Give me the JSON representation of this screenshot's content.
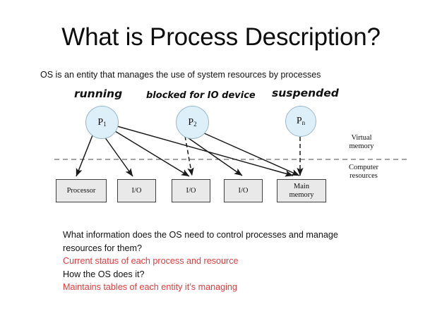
{
  "slide": {
    "title": "What is Process Description?",
    "subtitle": "OS is an entity that manages the use of system resources by processes"
  },
  "diagram": {
    "state_labels": [
      {
        "name": "running-label",
        "text": "running"
      },
      {
        "name": "blocked-label",
        "text": "blocked for IO device"
      },
      {
        "name": "suspended-label",
        "text": "suspended"
      }
    ],
    "processes": [
      {
        "id": "p1",
        "label": "P",
        "subscript": "1"
      },
      {
        "id": "p2",
        "label": "P",
        "subscript": "2"
      },
      {
        "id": "pn",
        "label": "P",
        "subscript": "n"
      }
    ],
    "region_labels": [
      {
        "name": "virtual-memory-label",
        "line1": "Virtual",
        "line2": "memory"
      },
      {
        "name": "computer-resources-label",
        "line1": "Computer",
        "line2": "resources"
      }
    ],
    "resources": [
      {
        "id": "processor",
        "line1": "Processor",
        "line2": ""
      },
      {
        "id": "io1",
        "line1": "I/O",
        "line2": ""
      },
      {
        "id": "io2",
        "line1": "I/O",
        "line2": ""
      },
      {
        "id": "io3",
        "line1": "I/O",
        "line2": ""
      },
      {
        "id": "main-memory",
        "line1": "Main",
        "line2": "memory"
      }
    ]
  },
  "notes": {
    "line1": "What information does the OS need to control processes and manage",
    "line2": "resources for them?",
    "line3": "Current status of each process and resource",
    "line4": "How the OS does it?",
    "line5": "Maintains tables of each entity it’s managing"
  },
  "colors": {
    "answer_red": "#e8393a",
    "node_fill": "#ddeff8",
    "node_stroke": "#9bb8c9",
    "box_fill": "#e9e9e9",
    "box_stroke": "#404040"
  }
}
